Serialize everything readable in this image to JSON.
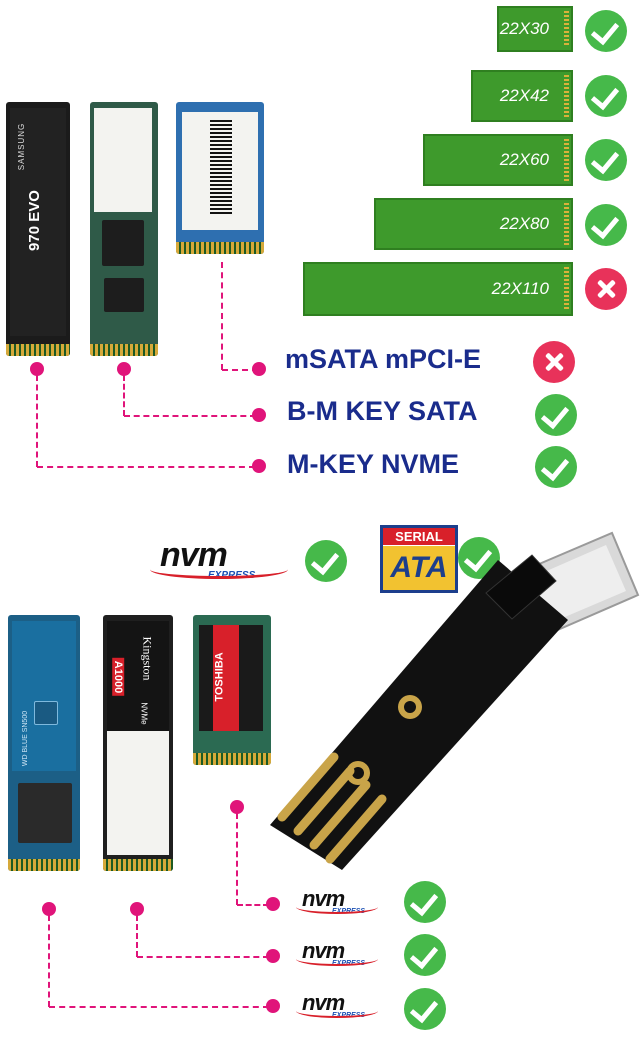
{
  "sizes": [
    {
      "label": "22X30",
      "supported": true
    },
    {
      "label": "22X42",
      "supported": true
    },
    {
      "label": "22X60",
      "supported": true
    },
    {
      "label": "22X80",
      "supported": true
    },
    {
      "label": "22X110",
      "supported": false
    }
  ],
  "types": [
    {
      "label": "mSATA mPCI-E",
      "supported": false
    },
    {
      "label": "B-M KEY SATA",
      "supported": true
    },
    {
      "label": "M-KEY NVME",
      "supported": true
    }
  ],
  "ssd_labels": {
    "samsung": "970 EVO",
    "samsung_brand": "SAMSUNG",
    "kingston": "A1000",
    "kingston_brand": "Kingston",
    "kingston_sub": "NVMe",
    "wd": "WD BLUE SN500",
    "toshiba": "TOSHIBA"
  },
  "logos": {
    "nvm": "nvm",
    "express": "EXPRESS",
    "serial": "SERIAL",
    "ata": "ATA"
  },
  "colors": {
    "bar_green": "#3e9a2c",
    "check_green": "#46b94a",
    "cross_red": "#e8325a",
    "label_blue": "#1a2c8c",
    "connector_magenta": "#e0147a"
  },
  "icons": [
    "check-icon",
    "cross-icon"
  ]
}
